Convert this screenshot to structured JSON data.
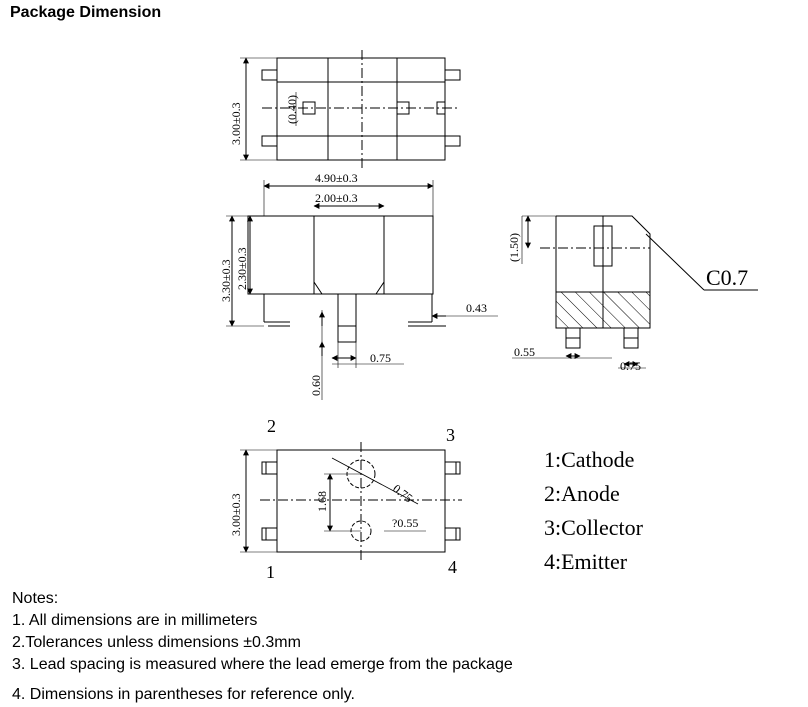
{
  "title": "Package Dimension",
  "dimensions": {
    "top_height": "3.00±0.3",
    "top_inner": "(0.40)",
    "front_width": "4.90±0.3",
    "front_inner_width": "2.00±0.3",
    "front_height": "3.30±0.3",
    "front_inner_height": "2.30±0.3",
    "front_lead_gap": "0.43",
    "front_lead_width": "0.75",
    "front_lead_height": "0.60",
    "side_ref": "(1.50)",
    "side_chamfer": "C0.7",
    "side_lead_left": "0.55",
    "side_lead_right": "0.75",
    "bottom_height": "3.00±0.3",
    "bottom_pitch": "1.68",
    "bottom_hole_large": "0.75",
    "bottom_hole_small": "?0.55"
  },
  "pins": {
    "top_left": "2",
    "top_right": "3",
    "bottom_left": "1",
    "bottom_right": "4"
  },
  "legend": [
    "1:Cathode",
    "2:Anode",
    "3:Collector",
    "4:Emitter"
  ],
  "notes": {
    "heading": "Notes:",
    "items": [
      "1. All dimensions are in millimeters",
      "2.Tolerances unless dimensions  ±0.3mm",
      "3. Lead spacing is measured where the lead emerge from the package",
      "4. Dimensions in parentheses for reference only."
    ]
  }
}
